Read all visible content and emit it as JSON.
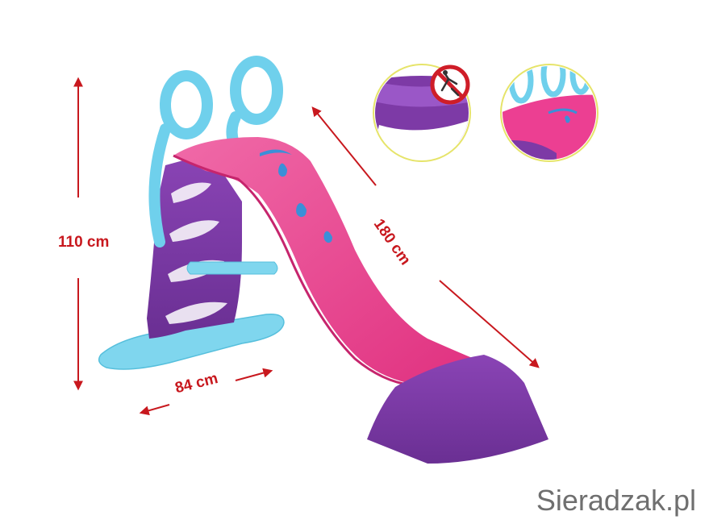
{
  "dimensions": {
    "height": "110 cm",
    "width": "84 cm",
    "length": "180 cm"
  },
  "watermark": "Sieradzak.pl",
  "colors": {
    "slide_pink": "#ec3f92",
    "frame_purple": "#7d3aa6",
    "handle_blue": "#6fd0ec",
    "arrow_red": "#c8181e"
  },
  "icons": {
    "warning": "no-climbing-sign-icon"
  }
}
